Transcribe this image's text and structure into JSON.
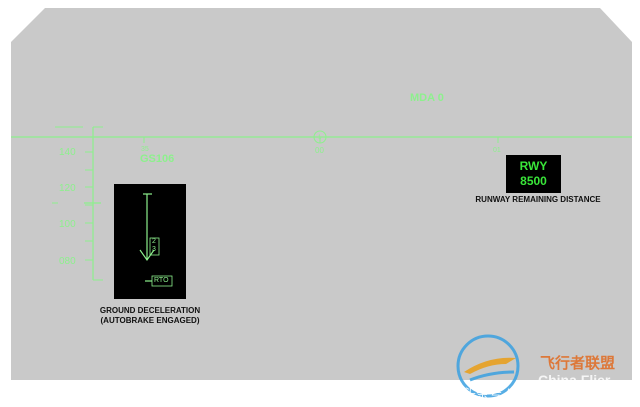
{
  "hud": {
    "mda_label": "MDA 0",
    "groundspeed": "GS106",
    "heading_ticks": [
      "35",
      "00",
      "01"
    ],
    "heading_center_value": "1",
    "speed_ticks": [
      "140",
      "120",
      "100",
      "080"
    ]
  },
  "decel_display": {
    "digits": [
      "2",
      "3"
    ],
    "rto_label": "RTO",
    "caption_line1": "GROUND DECELERATION",
    "caption_line2": "(AUTOBRAKE ENGAGED)"
  },
  "runway_remaining": {
    "line1": "RWY",
    "line2": "8500",
    "caption": "RUNWAY REMAINING DISTANCE"
  },
  "watermark": {
    "brand": "飞行者联盟",
    "brand_en": "China Flier",
    "source": "头条号 / 航空维修专业者"
  },
  "colors": {
    "hud_green": "#8df08d",
    "panel_gray": "#c9c9c9",
    "rwy_green": "#39e639"
  }
}
